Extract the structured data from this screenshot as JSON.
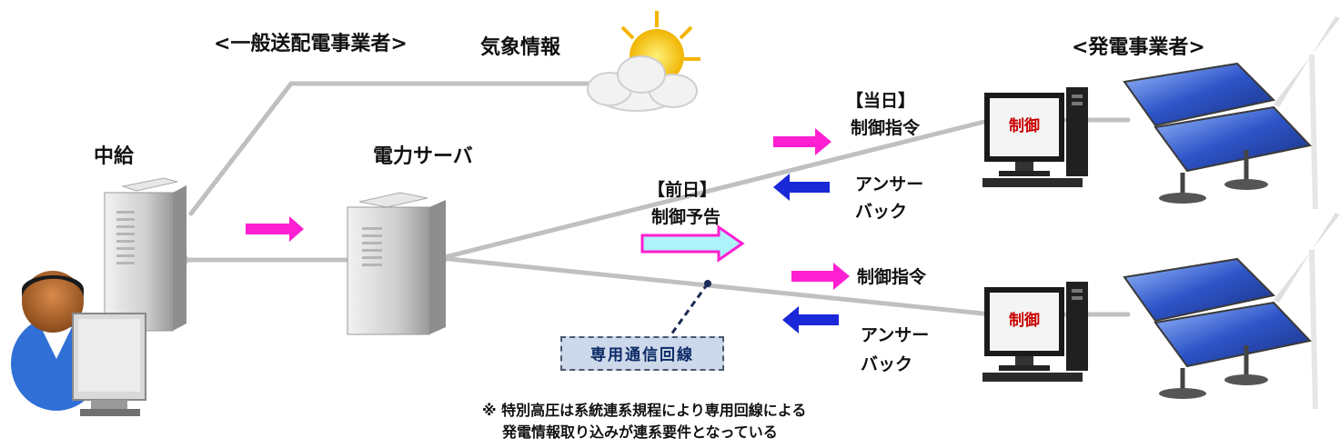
{
  "labels": {
    "tso": "<一般送配電事業者>",
    "weather": "気象情報",
    "generator": "<発電事業者>",
    "relay": "中給",
    "server": "電力サーバ",
    "day_of_title": "【当日】",
    "day_of_cmd": "制御指令",
    "answer_back_1a": "アンサー",
    "answer_back_1b": "バック",
    "prev_day_title": "【前日】",
    "prev_day_cmd": "制御予告",
    "cmd_2": "制御指令",
    "answer_back_2a": "アンサー",
    "answer_back_2b": "バック",
    "dedicated_line": "専用通信回線",
    "screen_1": "制御",
    "screen_2": "制御",
    "note_line1": "※ 特別高圧は系統連系規程により専用回線による",
    "note_line2": "発電情報取り込みが連系要件となっている"
  },
  "colors": {
    "line": "#c0c0c0",
    "magenta_arrow": "#ff1fd2",
    "blue_arrow": "#1a28d8",
    "preview_arrow": "#aef2fa",
    "screen_text": "#c80000"
  }
}
